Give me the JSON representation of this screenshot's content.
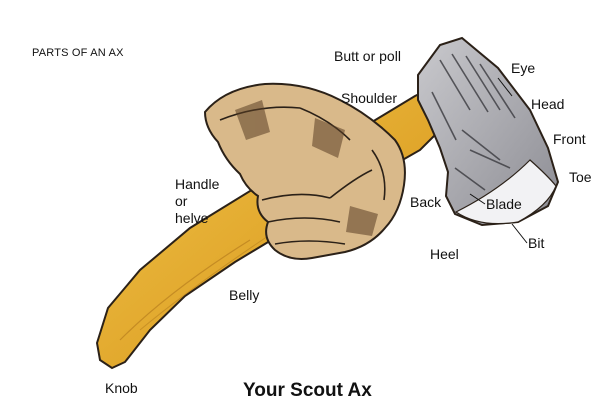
{
  "diagram": {
    "header": "PARTS OF AN AX",
    "caption": "Your Scout Ax",
    "labels": {
      "butt": "Butt or poll",
      "eye": "Eye",
      "shoulder": "Shoulder",
      "head": "Head",
      "front": "Front",
      "toe": "Toe",
      "handle_1": "Handle",
      "handle_2": "or",
      "handle_3": "helve",
      "back": "Back",
      "blade": "Blade",
      "heel": "Heel",
      "bit": "Bit",
      "belly": "Belly",
      "knob": "Knob"
    }
  },
  "colors": {
    "handle_wood": "#e8b233",
    "hand_skin": "#d9b98a",
    "head_steel": "#a7a7ad",
    "outline": "#2b2118"
  }
}
